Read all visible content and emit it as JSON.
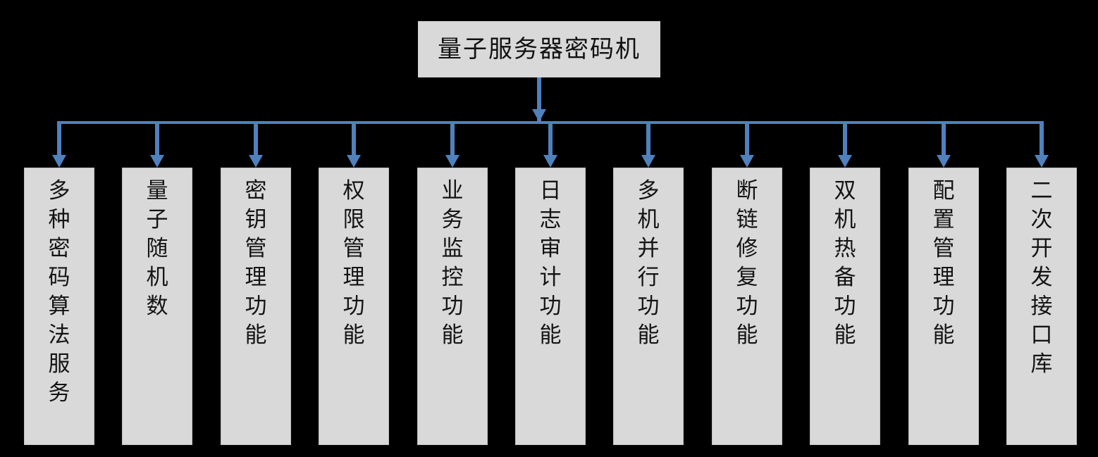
{
  "diagram": {
    "title": "量子服务器密码机",
    "type": "org-tree",
    "orientation": "top-down",
    "colors": {
      "background": "#000000",
      "node_fill": "#d9d9d9",
      "node_border": "#bfbfbf",
      "connector": "#4f81bd",
      "text": "#141414"
    },
    "root": {
      "label": "量子服务器密码机"
    },
    "children": [
      {
        "label": "多种密码算法服务"
      },
      {
        "label": "量子随机数"
      },
      {
        "label": "密钥管理功能"
      },
      {
        "label": "权限管理功能"
      },
      {
        "label": "业务监控功能"
      },
      {
        "label": "日志审计功能"
      },
      {
        "label": "多机并行功能"
      },
      {
        "label": "断链修复功能"
      },
      {
        "label": "双机热备功能"
      },
      {
        "label": "配置管理功能"
      },
      {
        "label": "二次开发接口库"
      }
    ]
  }
}
